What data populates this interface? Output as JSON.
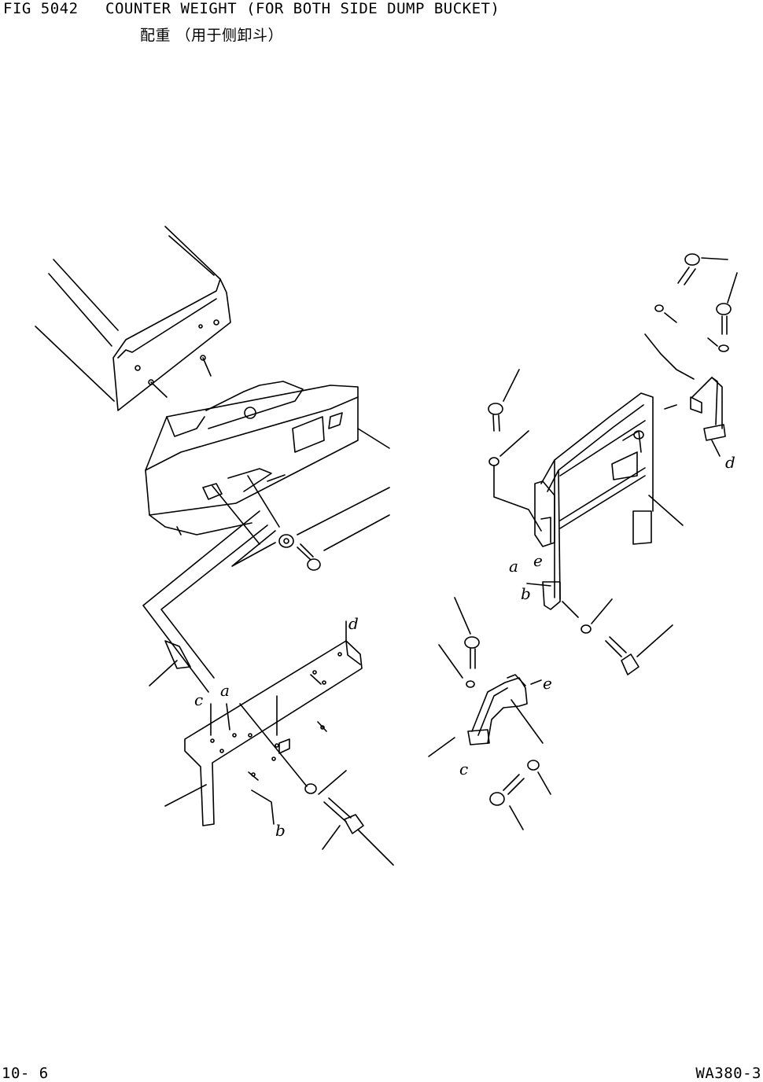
{
  "header": {
    "fig_no": "FIG 5042",
    "title": "COUNTER WEIGHT (FOR BOTH SIDE DUMP BUCKET)",
    "subtitle": "配重 （用于侧卸斗）"
  },
  "footer": {
    "page": "10- 6",
    "model": "WA380-3"
  },
  "callouts": {
    "a_left": "a",
    "b_left": "b",
    "c_left": "c",
    "d_left": "d",
    "a_right": "a",
    "e_right": "e",
    "b_right": "b",
    "d_right": "d",
    "e_lower": "e",
    "c_lower": "c"
  }
}
